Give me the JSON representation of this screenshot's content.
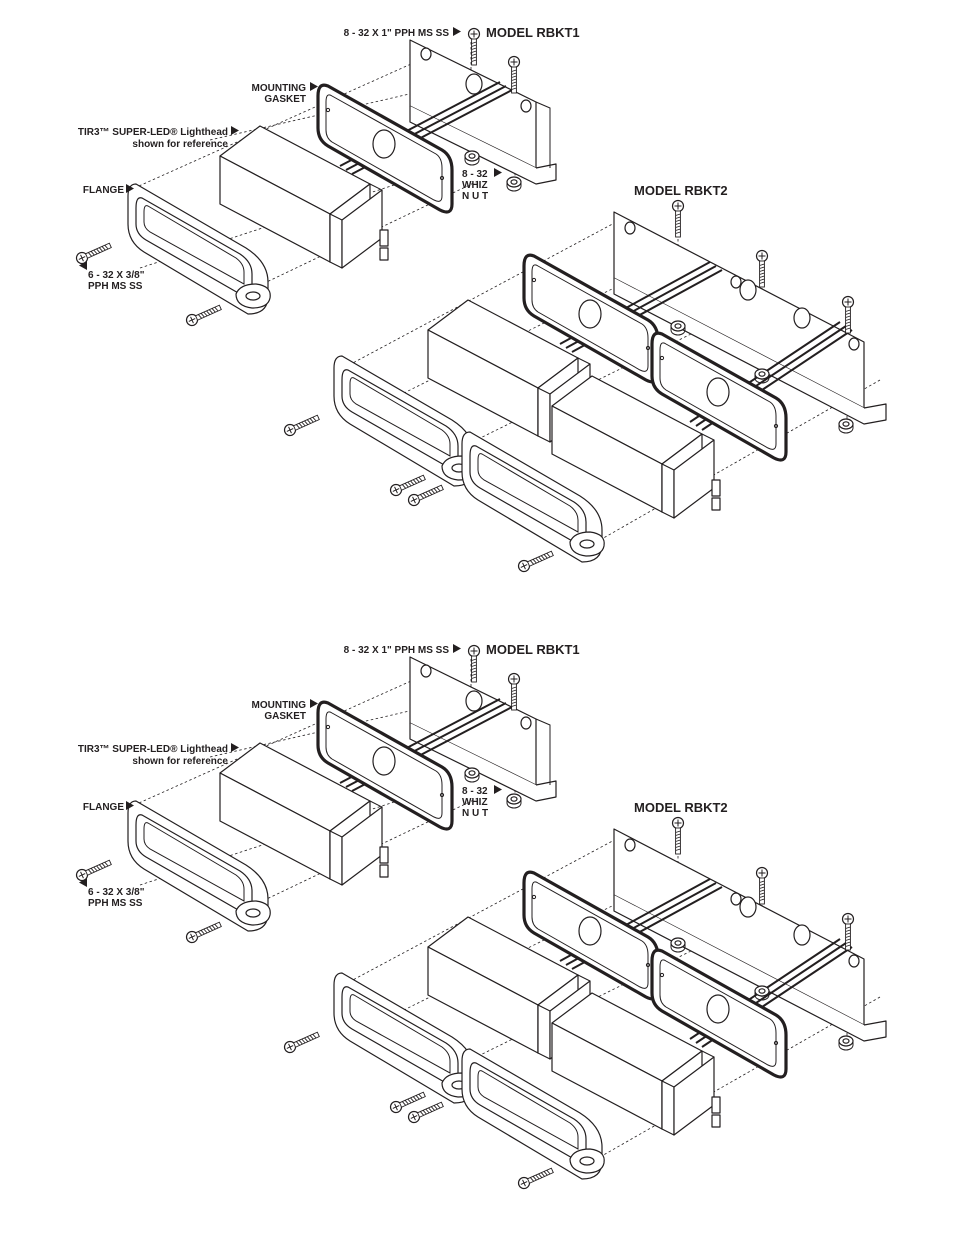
{
  "sections": [
    {
      "model_rbkt1": "MODEL RBKT1",
      "model_rbkt2": "MODEL RBKT2",
      "screw_8_32": "8 - 32 X 1\" PPH MS SS",
      "mounting": "MOUNTING",
      "gasket": "GASKET",
      "lighthead": "TIR3™ SUPER-LED® Lighthead",
      "reference": "shown for reference",
      "flange": "FLANGE",
      "nut_1": "8 - 32",
      "nut_2": "WHIZ",
      "nut_3": "N U T",
      "screw_6_32_1": "6 - 32 X 3/8\"",
      "screw_6_32_2": "PPH  MS  SS"
    },
    {
      "model_rbkt1": "MODEL RBKT1",
      "model_rbkt2": "MODEL RBKT2",
      "screw_8_32": "8 - 32 X 1\" PPH MS SS",
      "mounting": "MOUNTING",
      "gasket": "GASKET",
      "lighthead": "TIR3™ SUPER-LED® Lighthead",
      "reference": "shown for reference",
      "flange": "FLANGE",
      "nut_1": "8 - 32",
      "nut_2": "WHIZ",
      "nut_3": "N U T",
      "screw_6_32_1": "6 - 32 X 3/8\"",
      "screw_6_32_2": "PPH  MS  SS"
    }
  ],
  "colors": {
    "ink": "#231f20",
    "paper": "#ffffff"
  }
}
